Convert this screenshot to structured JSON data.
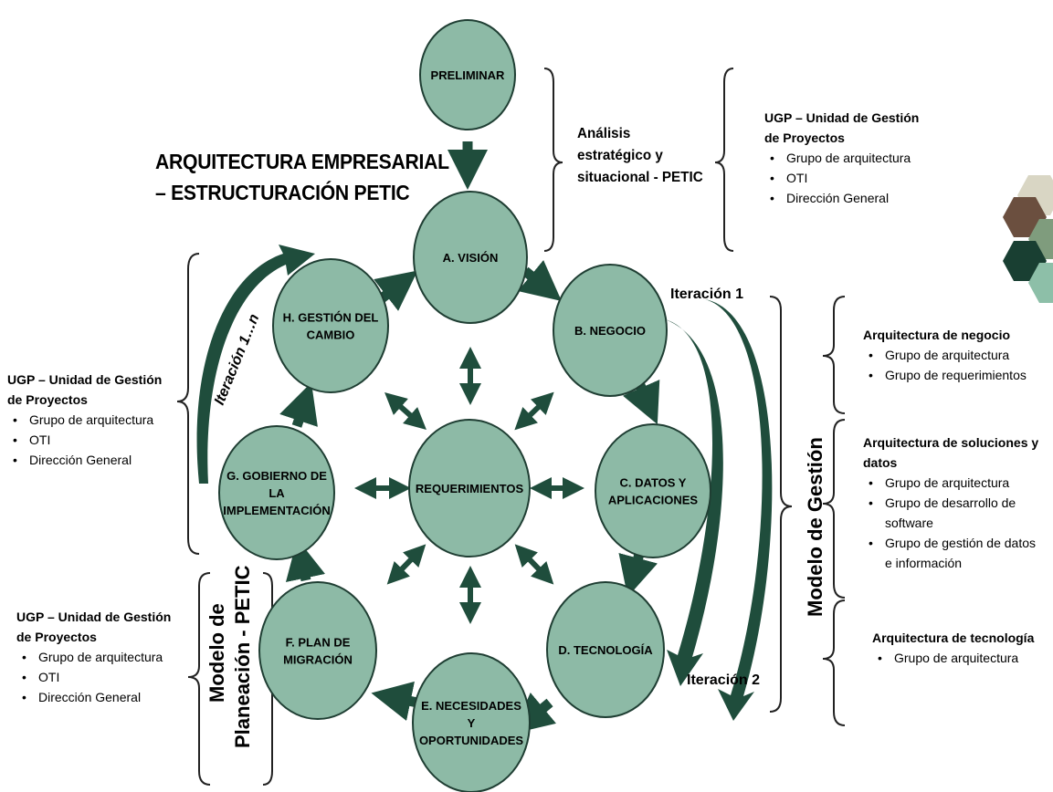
{
  "title_lines": [
    "ARQUITECTURA EMPRESARIAL",
    "– ESTRUCTURACIÓN PETIC"
  ],
  "nodes": {
    "preliminar": [
      "PRELIMINAR"
    ],
    "vision": [
      "A. VISIÓN"
    ],
    "negocio": [
      "B. NEGOCIO"
    ],
    "datos": [
      "C. DATOS Y",
      "APLICACIONES"
    ],
    "tecnologia": [
      "D. TECNOLOGÍA"
    ],
    "necesidades": [
      "E. NECESIDADES",
      "Y",
      "OPORTUNIDADES"
    ],
    "plan": [
      "F. PLAN DE",
      "MIGRACIÓN"
    ],
    "gobierno": [
      "G. GOBIERNO DE",
      "LA",
      "IMPLEMENTACIÓN"
    ],
    "cambio": [
      "H. GESTIÓN DEL",
      "CAMBIO"
    ],
    "requerimientos": [
      "REQUERIMIENTOS"
    ]
  },
  "analisis_label": [
    "Análisis",
    "estratégico y",
    "situacional - PETIC"
  ],
  "iteracion_1": "Iteración 1",
  "iteracion_2": "Iteración 2",
  "iteracion_1n": "Iteración 1…n",
  "modelo_gestion": "Modelo de Gestión",
  "modelo_planeacion": [
    "Modelo de",
    "Planeación - PETIC"
  ],
  "groups": {
    "top_right": {
      "title": [
        "UGP – Unidad de Gestión",
        "de Proyectos"
      ],
      "items": [
        "Grupo de arquitectura",
        "OTI",
        "Dirección General"
      ]
    },
    "left": {
      "title": [
        "UGP – Unidad de Gestión",
        "de Proyectos"
      ],
      "items": [
        "Grupo de arquitectura",
        "OTI",
        "Dirección General"
      ]
    },
    "bottom_left": {
      "title": [
        "UGP – Unidad de Gestión",
        "de Proyectos"
      ],
      "items": [
        "Grupo de arquitectura",
        "OTI",
        "Dirección General"
      ]
    },
    "negocio": {
      "title": [
        "Arquitectura de negocio"
      ],
      "items": [
        "Grupo de arquitectura",
        "Grupo de requerimientos"
      ]
    },
    "soluciones": {
      "title": [
        "Arquitectura de soluciones y",
        "datos"
      ],
      "items": [
        "Grupo de arquitectura",
        "Grupo de desarrollo de",
        "software",
        "Grupo de gestión de datos",
        "e información"
      ]
    },
    "tecnologia": {
      "title": [
        "Arquitectura de tecnología"
      ],
      "items": [
        "Grupo de arquitectura"
      ]
    }
  },
  "colors": {
    "node_fill": "#8dbaa6",
    "node_stroke": "#1f3e33",
    "arrow": "#1f4d3c",
    "hex": [
      "#d9d6c4",
      "#6b4f3f",
      "#7f9c7d",
      "#193f32",
      "#8dbfa8"
    ]
  }
}
